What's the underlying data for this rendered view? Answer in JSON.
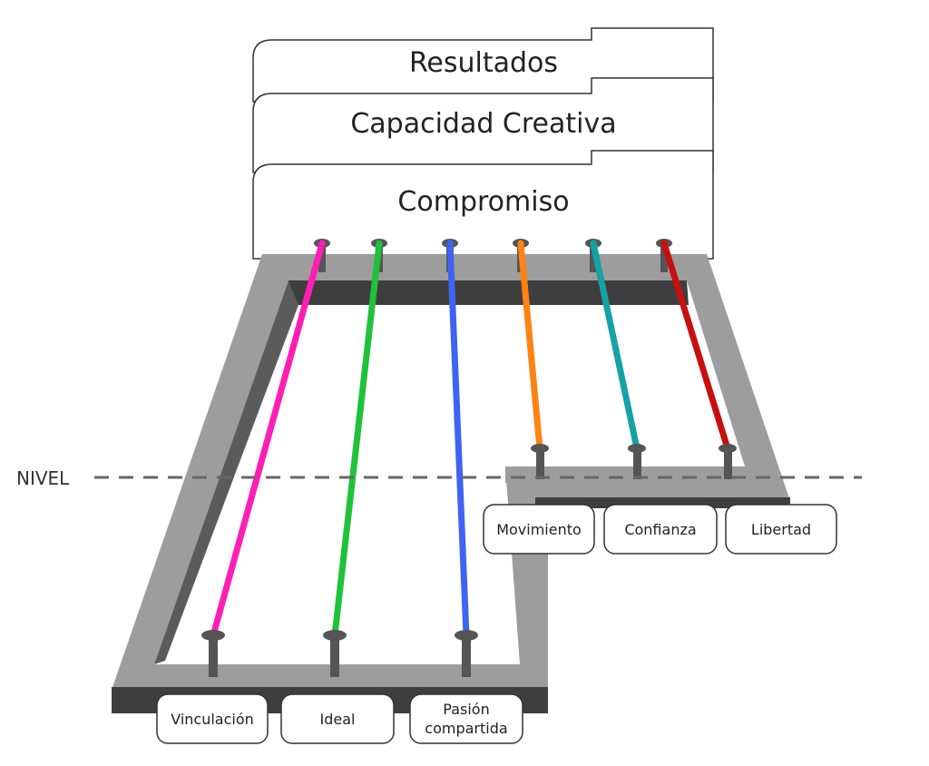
{
  "tabs": [
    {
      "label": "Resultados"
    },
    {
      "label": "Capacidad Creativa"
    },
    {
      "label": "Compromiso"
    }
  ],
  "level_label": "NIVEL",
  "bottom_pillars": [
    {
      "label": "Vinculación",
      "color": "#ff1eb4"
    },
    {
      "label": "Ideal",
      "color": "#1fc23a"
    },
    {
      "label_line1": "Pasión",
      "label_line2": "compartida",
      "color": "#3f63f2"
    }
  ],
  "right_pillars": [
    {
      "label": "Movimiento",
      "color": "#ff8212"
    },
    {
      "label": "Confianza",
      "color": "#14a3a5"
    },
    {
      "label": "Libertad",
      "color": "#c80f0f"
    }
  ],
  "colors": {
    "frame_light": "#9d9d9d",
    "frame_dark": "#3e3e3e",
    "peg": "#555555",
    "tab_border": "#333333",
    "level_line": "#666666"
  }
}
